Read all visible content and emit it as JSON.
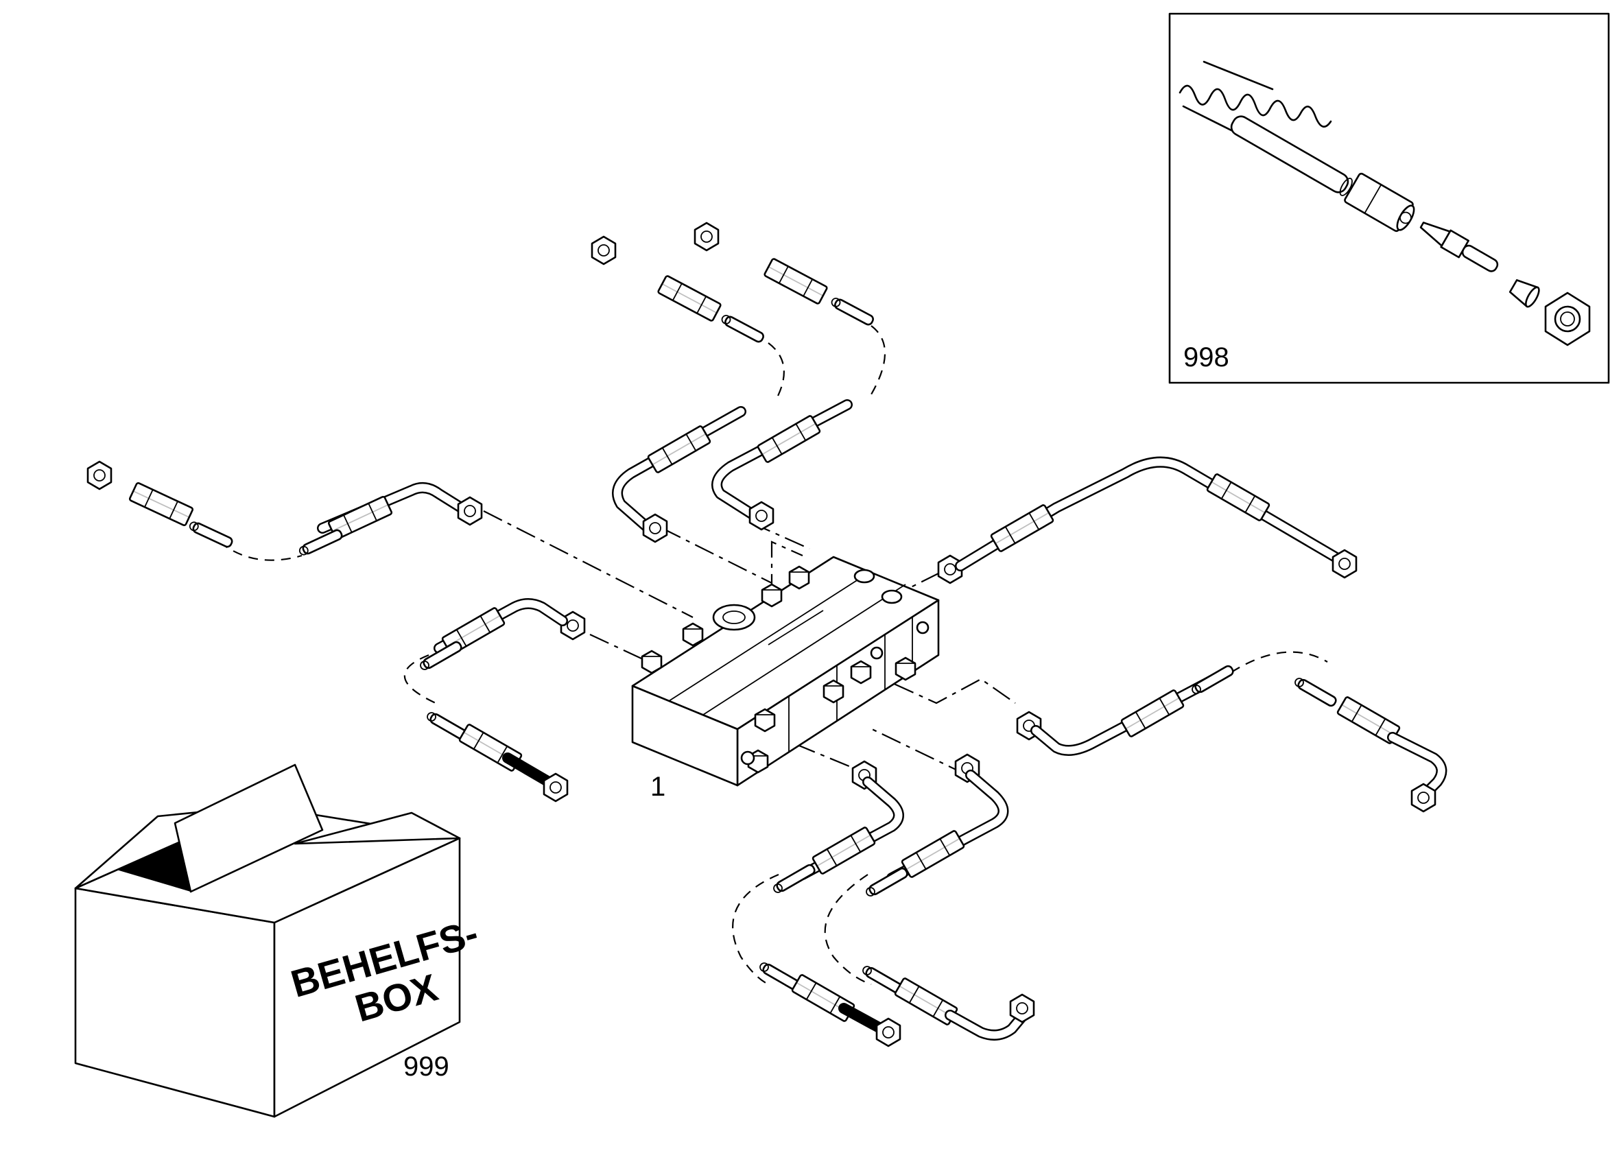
{
  "callouts": {
    "valve_block": "1",
    "repair_kit": "998",
    "auxiliary_box": "999"
  },
  "box_text": {
    "line1": "BEHELFS-",
    "line2": "BOX"
  }
}
